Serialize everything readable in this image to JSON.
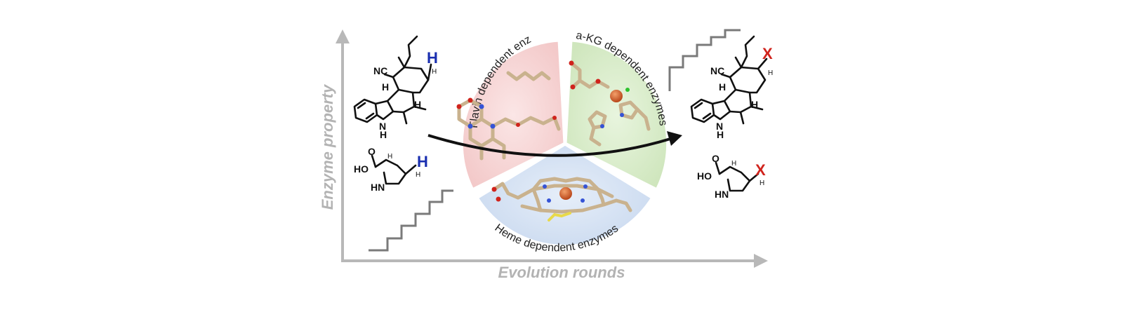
{
  "axes": {
    "y_label": "Enzyme property",
    "x_label": "Evolution rounds",
    "axis_color": "#b8b8b8"
  },
  "segments": [
    {
      "label": "Flavin dependent enzymes",
      "color": "#f6d3d3"
    },
    {
      "label": "a-KG dependent enzymes",
      "color": "#d9edcb"
    },
    {
      "label": "Heme dependent enzymes",
      "color": "#d3e1f2"
    }
  ],
  "substrates": {
    "left_marker": "H",
    "right_marker": "X",
    "left_marker_color": "#1a2fb0",
    "right_marker_color": "#d0231c",
    "atom_labels": {
      "nitrile": "NC",
      "small_h": "H",
      "indole_nh": "N",
      "indole_h": "H",
      "hydroxyl": "HO",
      "carbonyl_o": "O",
      "amine": "HN"
    }
  },
  "colors": {
    "arrow": "#111111",
    "stick": "#c9b28e",
    "iron": "#d4642a",
    "nitrogen": "#3553d6",
    "oxygen": "#d0231c"
  }
}
